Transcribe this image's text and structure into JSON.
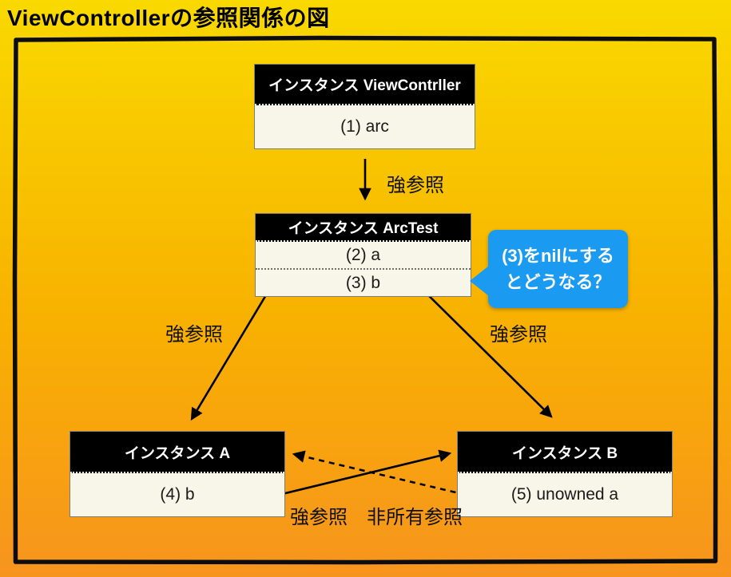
{
  "page_title": "ViewControllerの参照関係の図",
  "colors": {
    "background_top": "#F9D900",
    "background_bottom": "#F7941E",
    "frame_border": "#0D0D0D",
    "box_header_bg": "#000000",
    "box_header_text": "#FFFFFF",
    "box_body_bg": "#F8F5E9",
    "callout_bg": "#1B9AF2",
    "callout_text": "#FFFFFF",
    "arrow": "#000000"
  },
  "nodes": {
    "view_controller": {
      "header": "インスタンス ViewContrller",
      "rows": [
        "(1) arc"
      ]
    },
    "arc_test": {
      "header": "インスタンス ArcTest",
      "rows": [
        "(2) a",
        "(3) b"
      ]
    },
    "instance_a": {
      "header": "インスタンス A",
      "rows": [
        "(4) b"
      ]
    },
    "instance_b": {
      "header": "インスタンス B",
      "rows": [
        "(5) unowned a"
      ]
    }
  },
  "edges": [
    {
      "id": "vc-to-arctest",
      "label": "強参照",
      "style": "solid"
    },
    {
      "id": "arctest-row-a-to-instance-a",
      "label": "強参照",
      "style": "solid"
    },
    {
      "id": "arctest-row-b-to-instance-b",
      "label": "強参照",
      "style": "solid"
    },
    {
      "id": "instance-a-to-instance-b",
      "label": "強参照",
      "style": "solid"
    },
    {
      "id": "instance-b-to-instance-a",
      "label": "非所有参照",
      "style": "dashed"
    }
  ],
  "callout": {
    "line1": "(3)をnilにする",
    "line2": "とどうなる？"
  }
}
